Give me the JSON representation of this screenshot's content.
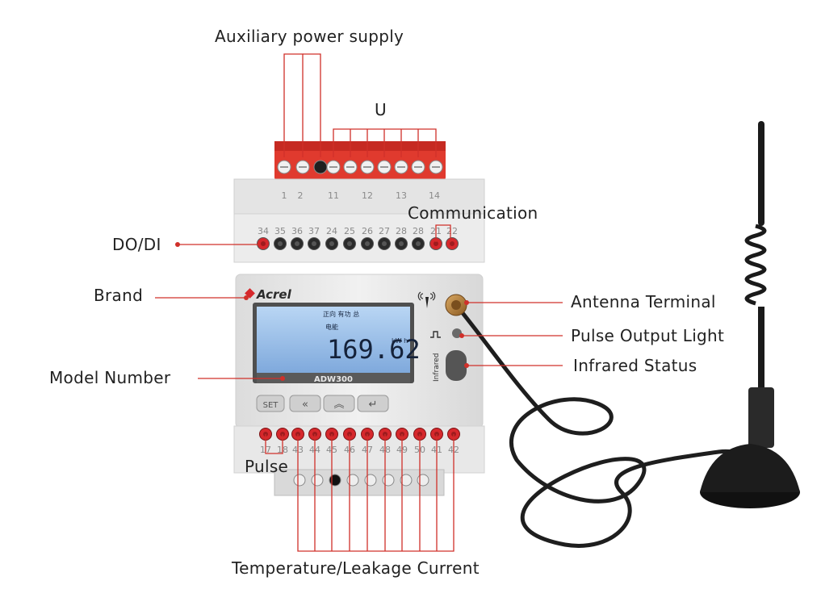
{
  "labels": {
    "aux_power": "Auxiliary power supply",
    "voltage": "U",
    "communication": "Communication",
    "dodi": "DO/DI",
    "brand": "Brand",
    "model": "Model Number",
    "pulse": "Pulse",
    "temp_leak": "Temperature/Leakage Current",
    "antenna": "Antenna Terminal",
    "pulse_light": "Pulse Output Light",
    "infrared_status": "Infrared Status"
  },
  "device": {
    "brand_name": "Acrel",
    "model_name": "ADW300",
    "reading": "169.62",
    "unit": "kW h",
    "lcd_top_text": "正向 有功 总",
    "lcd_sub_text": "电能",
    "infrared_text": "Infrared",
    "buttons": [
      "SET",
      "«",
      "︽",
      "↵"
    ]
  },
  "terminals": {
    "top": [
      "1",
      "2",
      "11",
      "12",
      "13",
      "14"
    ],
    "middle": [
      "34",
      "35",
      "36",
      "37",
      "24",
      "25",
      "26",
      "27",
      "28",
      "28",
      "21",
      "22"
    ],
    "bottom": [
      "17",
      "18",
      "43",
      "44",
      "45",
      "46",
      "47",
      "48",
      "49",
      "50",
      "41",
      "42"
    ]
  },
  "colors": {
    "leader": "#d0302a",
    "terminal_red": "#d6282c",
    "lcd": "#9fc3ea",
    "housing": "#e8e8e8"
  }
}
